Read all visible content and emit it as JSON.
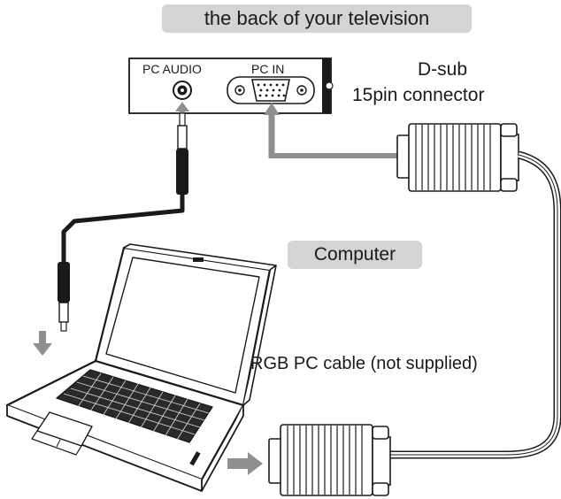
{
  "labels": {
    "tv_back": "the back of your television",
    "pc_audio": "PC AUDIO",
    "pc_in": "PC IN",
    "dsub_line1": "D-sub",
    "dsub_line2": "15pin connector",
    "computer": "Computer",
    "rgb_cable": "RGB PC cable (not supplied)"
  },
  "colors": {
    "outline": "#1a1a1a",
    "label_fill": "#d4d4d4",
    "arrow_gray": "#8f8f8f"
  }
}
